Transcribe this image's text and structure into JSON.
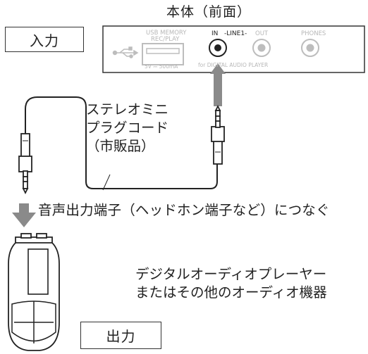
{
  "title": "本体（前面）",
  "input_label": "入力",
  "output_label": "出力",
  "panel": {
    "usb_label_1": "USB MEMORY",
    "usb_label_2": "REC/PLAY",
    "usb_spec": "5V ⎓ 500mA",
    "line_in": "IN",
    "line_mid": "-LINE1-",
    "line_out": "OUT",
    "phones": "PHONES",
    "for_text": "for DIGITAL AUDIO PLAYER",
    "usb_icon": "usb-trident-icon"
  },
  "cable_label": {
    "line1": "ステレオミニ",
    "line2": "プラグコード",
    "line3": "（市販品）"
  },
  "connect_instruction": "音声出力端子（ヘッドホン端子など）につなぐ",
  "player_label": {
    "line1": "デジタルオーディオプレーヤー",
    "line2": "またはその他のオーディオ機器"
  },
  "colors": {
    "panel_line": "#333333",
    "panel_gray": "#bdbdbd",
    "arrow": "#8a8a8a",
    "stroke": "#222222"
  }
}
